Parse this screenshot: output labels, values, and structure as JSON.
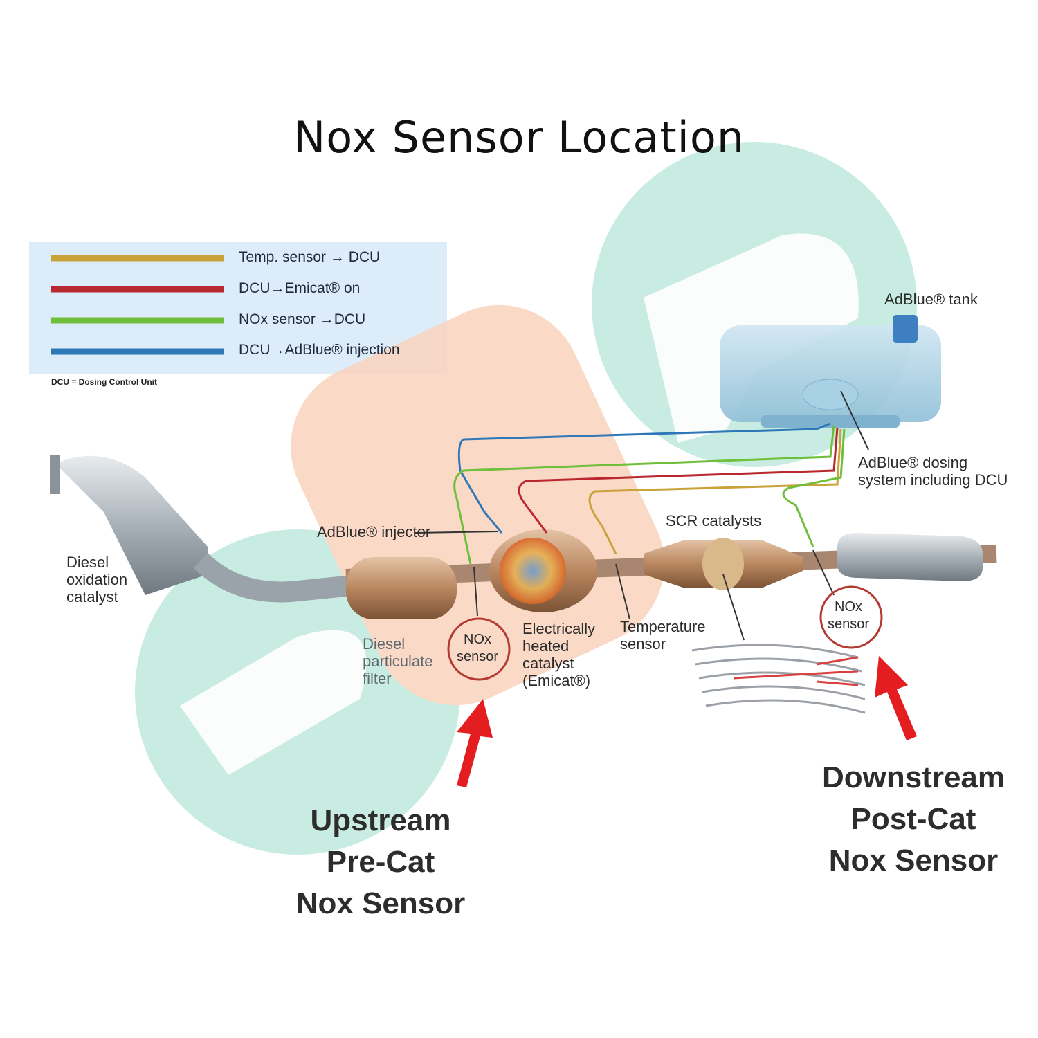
{
  "title": "Nox Sensor Location",
  "legend": {
    "items": [
      {
        "label": "Temp. sensor → DCU",
        "color": "#c9a23a"
      },
      {
        "label": "DCU→Emicat® on",
        "color": "#b8282e"
      },
      {
        "label": "NOx sensor →DCU",
        "color": "#6fbf3a"
      },
      {
        "label": "DCU→AdBlue® injection",
        "color": "#2f78b7"
      }
    ],
    "note": "DCU = Dosing Control Unit"
  },
  "labels": {
    "adblue_tank": "AdBlue® tank",
    "dosing_system": "AdBlue® dosing\nsystem including DCU",
    "adblue_injector": "AdBlue® injector",
    "scr_catalysts": "SCR catalysts",
    "diesel_oxidation_catalyst": "Diesel\noxidation\ncatalyst",
    "diesel_particulate_filter": "Diesel\nparticulate\nfilter",
    "electrically_heated_catalyst": "Electrically\nheated\ncatalyst\n(Emicat®)",
    "temperature_sensor": "Temperature\nsensor",
    "nox_sensor_upstream": "NOx\nsensor",
    "nox_sensor_downstream": "NOx\nsensor"
  },
  "callouts": {
    "upstream": "Upstream\nPre-Cat\nNox Sensor",
    "downstream": "Downstream\nPost-Cat\nNox Sensor"
  },
  "colors": {
    "arrow": "#e41d21",
    "circle": "#b23a30",
    "watermark_teal": "#bfe9dc",
    "watermark_orange": "#fbd3bd"
  }
}
